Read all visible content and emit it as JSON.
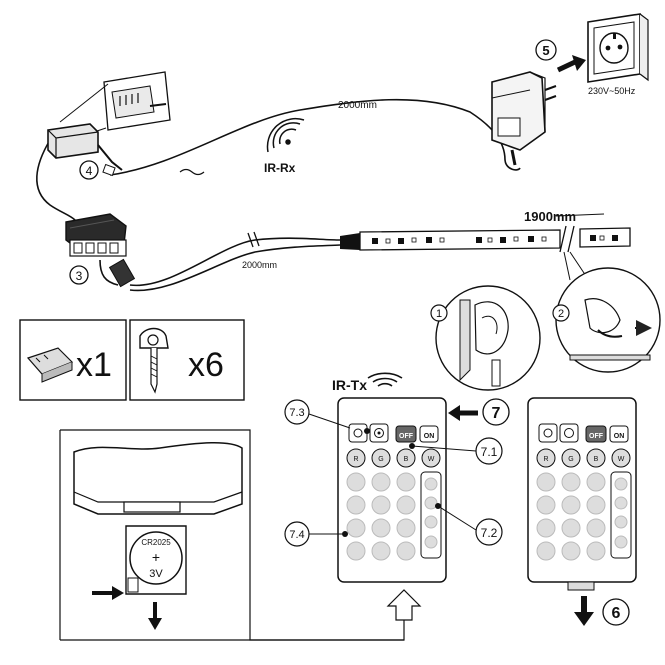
{
  "labels": {
    "cable_top": "2000mm",
    "cable_bottom": "2000mm",
    "strip_length": "1900mm",
    "receiver": "IR-Rx",
    "transmitter": "IR-Tx",
    "socket_voltage": "230V~50Hz",
    "battery_model": "CR2025",
    "battery_plus": "+",
    "battery_voltage": "3V"
  },
  "quantities": {
    "receiver_count": "x1",
    "clip_count": "x6"
  },
  "steps": {
    "s1": "1",
    "s2": "2",
    "s3": "3",
    "s4": "4",
    "s5": "5",
    "s6": "6",
    "s7": "7",
    "s7_1": "7.1",
    "s7_2": "7.2",
    "s7_3": "7.3",
    "s7_4": "7.4"
  },
  "remote_buttons": {
    "off": "OFF",
    "on": "ON",
    "r": "R",
    "g": "G",
    "b": "B",
    "w": "W"
  },
  "icons": [
    "wifi-signal-icon",
    "arrow-right-icon",
    "arrow-down-icon",
    "brightness-icon"
  ]
}
